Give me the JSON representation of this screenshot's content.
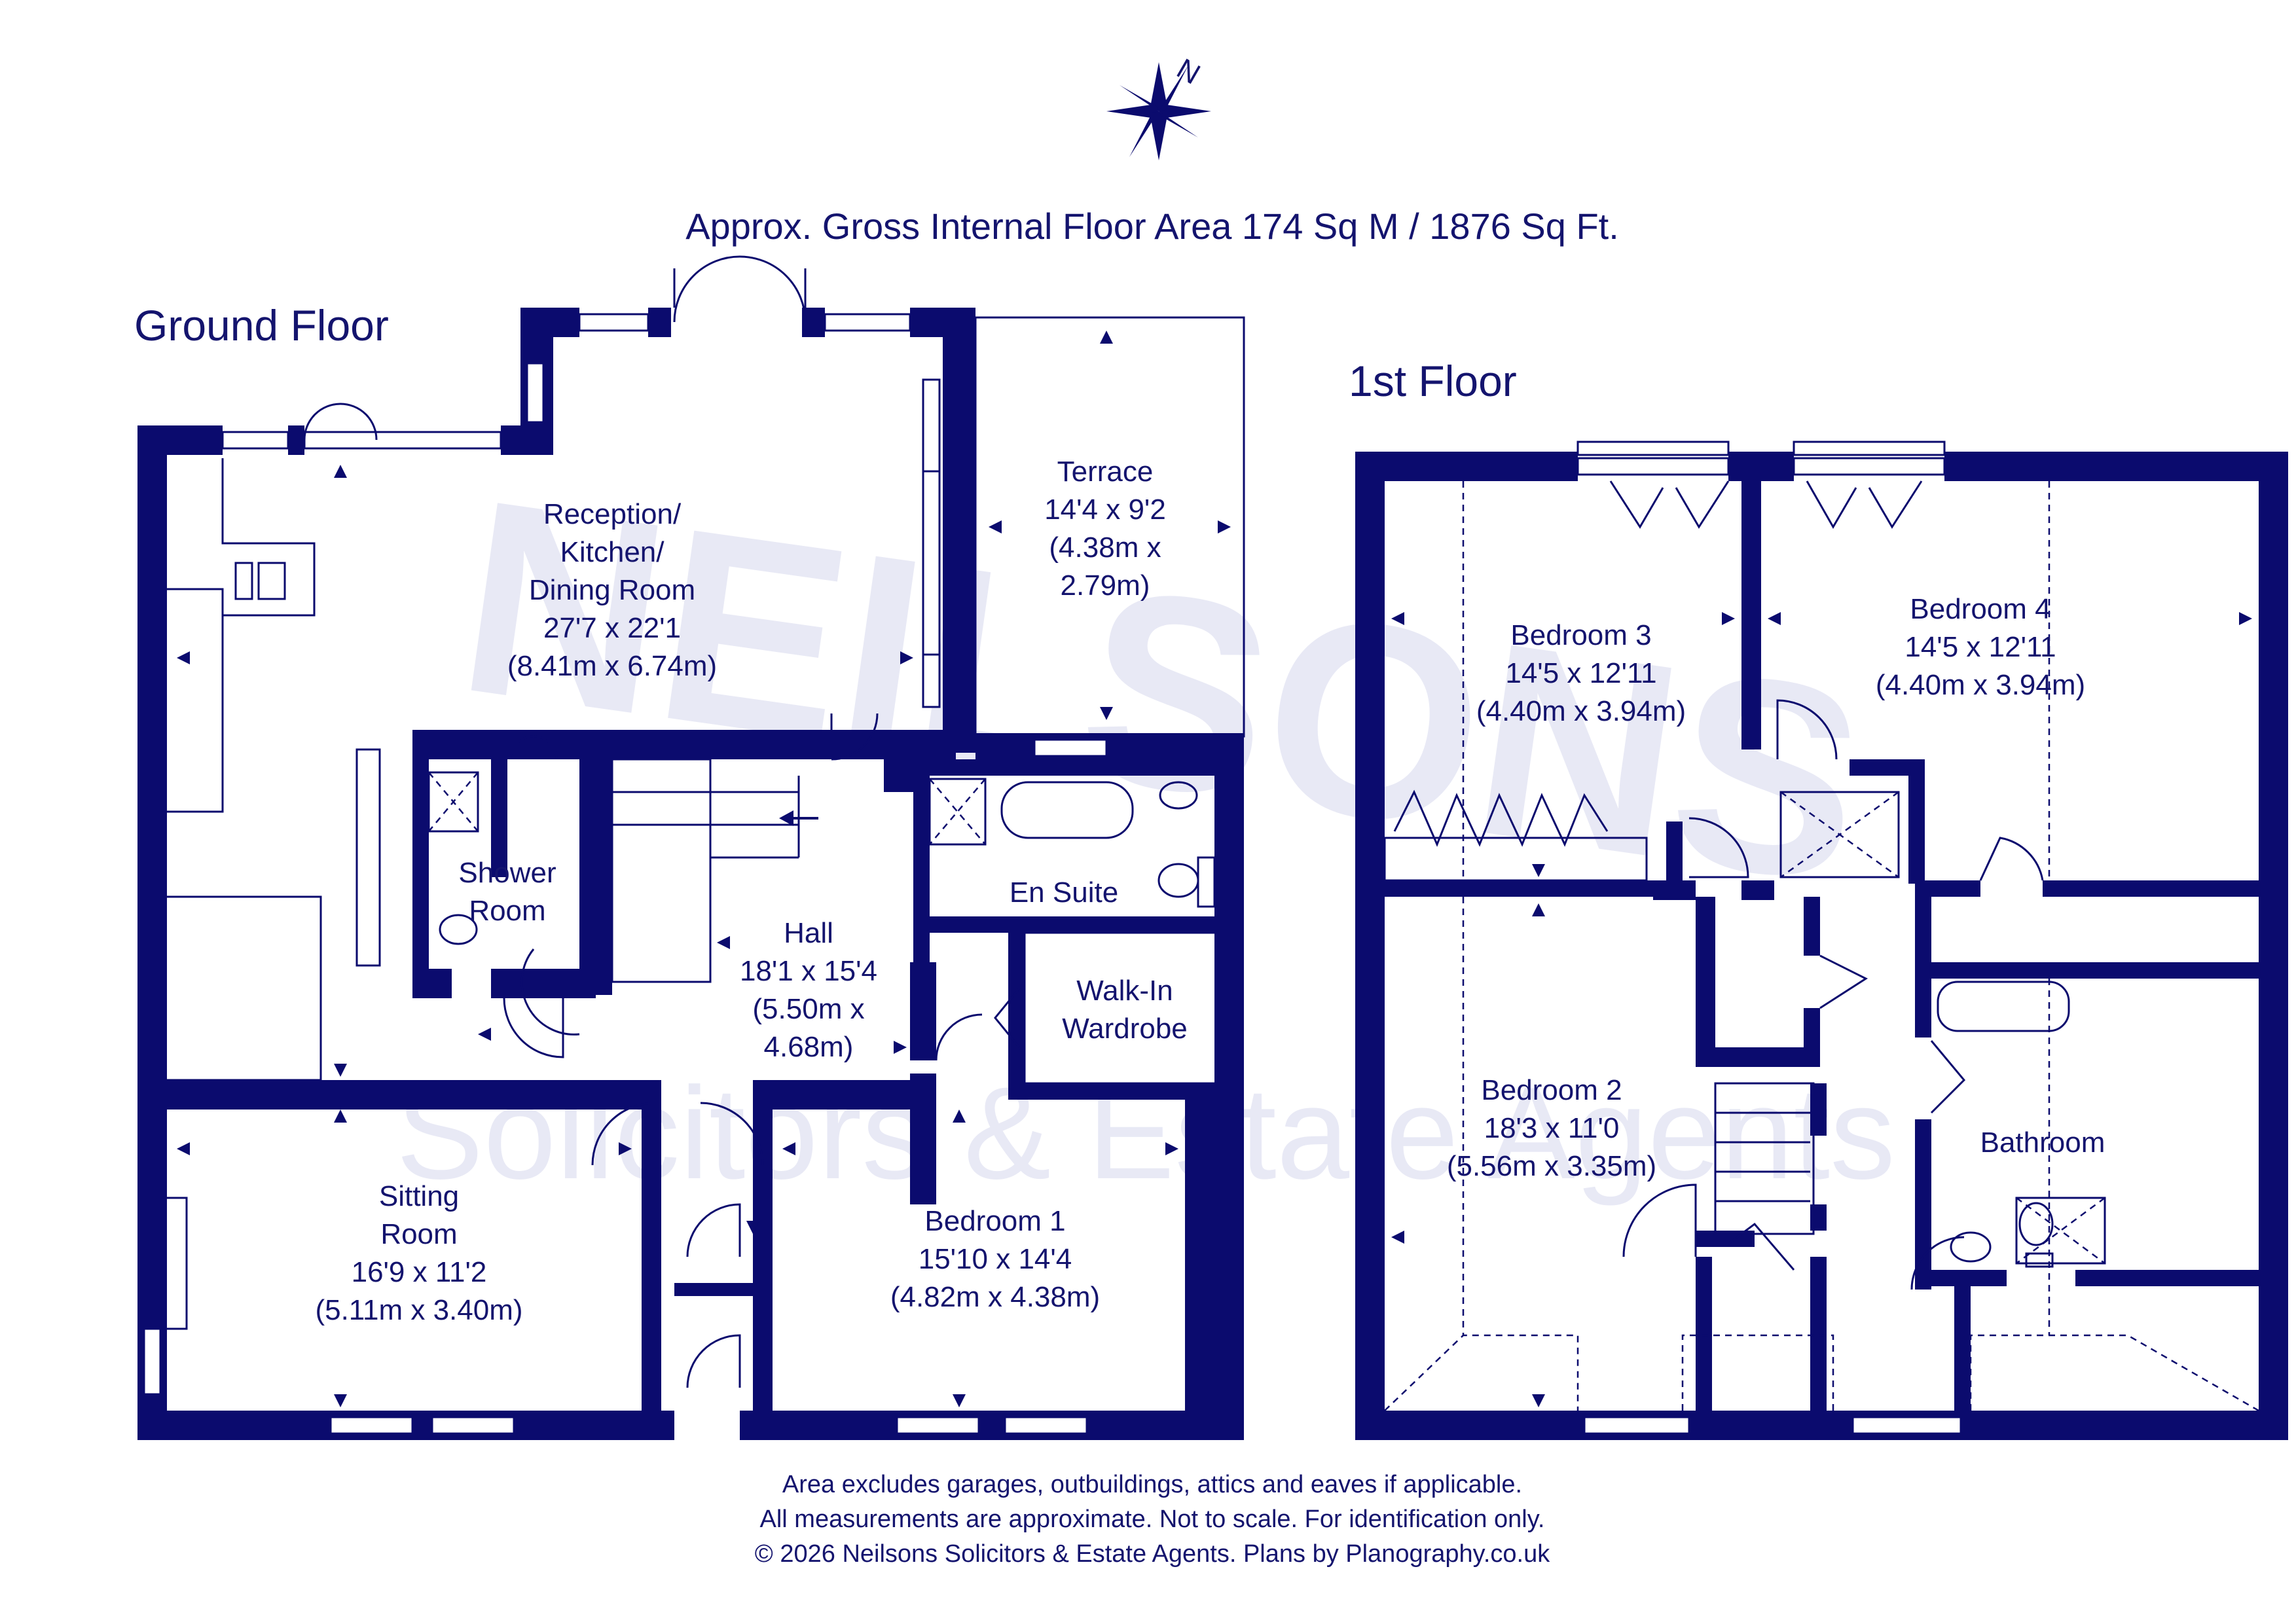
{
  "header": {
    "compass_label": "N",
    "area_title": "Approx. Gross Internal Floor Area 174 Sq M / 1876 Sq Ft."
  },
  "watermark": {
    "brand": "NEILSONS",
    "tagline": "Solicitors & Estate Agents"
  },
  "ground_floor": {
    "title": "Ground Floor",
    "rooms": [
      {
        "lines": [
          "Reception/",
          "Kitchen/",
          "Dining Room",
          "27'7 x 22'1",
          "(8.41m x 6.74m)"
        ]
      },
      {
        "lines": [
          "Terrace",
          "14'4 x 9'2",
          "(4.38m x",
          "2.79m)"
        ]
      },
      {
        "lines": [
          "Shower",
          "Room"
        ]
      },
      {
        "lines": [
          "En Suite"
        ]
      },
      {
        "lines": [
          "Hall",
          "18'1 x 15'4",
          "(5.50m x",
          "4.68m)"
        ]
      },
      {
        "lines": [
          "Walk-In",
          "Wardrobe"
        ]
      },
      {
        "lines": [
          "Sitting",
          "Room",
          "16'9 x 11'2",
          "(5.11m x 3.40m)"
        ]
      },
      {
        "lines": [
          "Bedroom 1",
          "15'10 x 14'4",
          "(4.82m x 4.38m)"
        ]
      }
    ]
  },
  "first_floor": {
    "title": "1st Floor",
    "rooms": [
      {
        "lines": [
          "Bedroom 3",
          "14'5 x 12'11",
          "(4.40m x 3.94m)"
        ]
      },
      {
        "lines": [
          "Bedroom 4",
          "14'5 x 12'11",
          "(4.40m x 3.94m)"
        ]
      },
      {
        "lines": [
          "Bedroom 2",
          "18'3 x 11'0",
          "(5.56m x 3.35m)"
        ]
      },
      {
        "lines": [
          "Bathroom"
        ]
      }
    ]
  },
  "footer": {
    "line1": "Area excludes garages, outbuildings, attics and eaves if applicable.",
    "line2": "All measurements are approximate. Not to scale. For identification only.",
    "line3": "© 2026 Neilsons Solicitors & Estate Agents. Plans by Planography.co.uk"
  }
}
